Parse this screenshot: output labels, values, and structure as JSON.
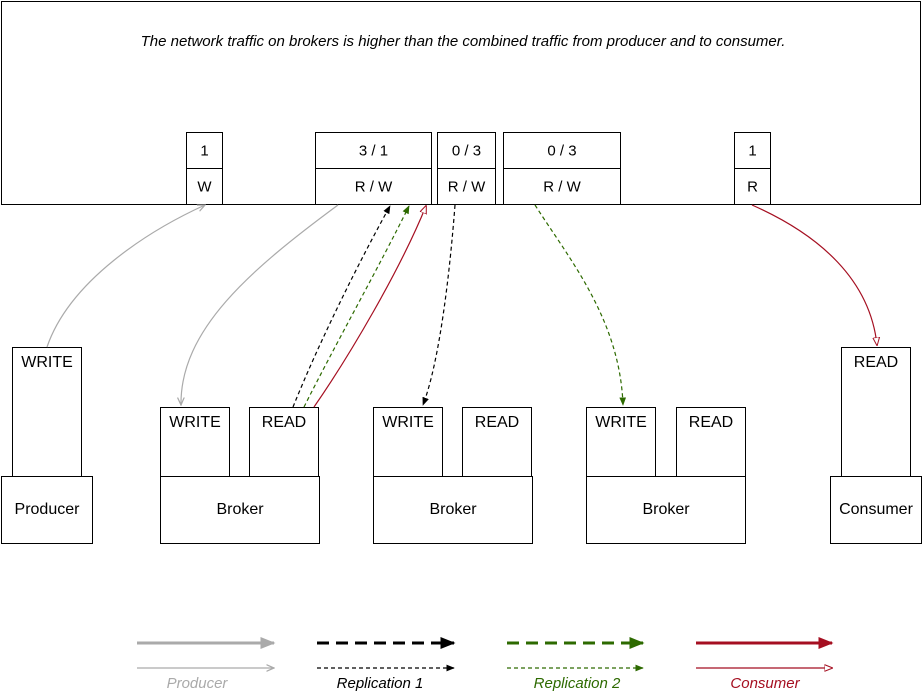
{
  "network": {
    "note": "The network traffic on brokers is higher than the combined traffic from producer and to consumer.",
    "counters": [
      {
        "value": "1",
        "mode": "W"
      },
      {
        "value": "3 / 1",
        "mode": "R / W"
      },
      {
        "value": "0 / 3",
        "mode": "R / W"
      },
      {
        "value": "0 / 3",
        "mode": "R / W"
      },
      {
        "value": "1",
        "mode": "R"
      }
    ]
  },
  "nodes": {
    "producer": {
      "name": "Producer",
      "port": "WRITE"
    },
    "brokers": [
      {
        "name": "Broker",
        "write": "WRITE",
        "read": "READ"
      },
      {
        "name": "Broker",
        "write": "WRITE",
        "read": "READ"
      },
      {
        "name": "Broker",
        "write": "WRITE",
        "read": "READ"
      }
    ],
    "consumer": {
      "name": "Consumer",
      "port": "READ"
    }
  },
  "legend": [
    {
      "label": "Producer",
      "color": "#aaaaaa"
    },
    {
      "label": "Replication 1",
      "color": "#000000"
    },
    {
      "label": "Replication 2",
      "color": "#2d6a00"
    },
    {
      "label": "Consumer",
      "color": "#a50f21"
    }
  ]
}
